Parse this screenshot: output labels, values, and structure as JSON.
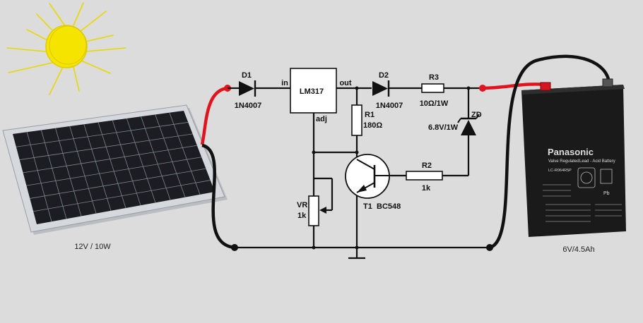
{
  "colors": {
    "background": "#dcdcdc",
    "positive_wire": "#e0141e",
    "negative_wire": "#111111",
    "sun": "#f5e400",
    "battery_body": "#1a1a1a",
    "panel_frame": "#c9ccd1",
    "panel_cell": "#1b1d22"
  },
  "icons": {
    "sun": "sun-icon",
    "solar_panel": "solar-panel-icon",
    "battery": "battery-icon"
  },
  "solar_panel": {
    "caption": "12V / 10W"
  },
  "battery": {
    "caption": "6V/4.5Ah",
    "brand": "Panasonic",
    "subtitle": "Valve Regulated",
    "type": "Lead - Acid Battery",
    "model": "LC-R064R5P",
    "pb": "Pb"
  },
  "components": {
    "d1": {
      "ref": "D1",
      "value": "1N4007"
    },
    "regulator": {
      "ref": "LM317",
      "pin_in": "in",
      "pin_out": "out",
      "pin_adj": "adj"
    },
    "d2": {
      "ref": "D2",
      "value": "1N4007"
    },
    "r3": {
      "ref": "R3",
      "value": "10Ω/1W"
    },
    "zd": {
      "ref": "ZD",
      "value": "6.8V/1W"
    },
    "r1": {
      "ref": "R1",
      "value": "180Ω"
    },
    "r2": {
      "ref": "R2",
      "value": "1k"
    },
    "vr": {
      "ref": "VR",
      "value": "1k"
    },
    "t1": {
      "ref": "T1",
      "value": "BC548"
    }
  }
}
